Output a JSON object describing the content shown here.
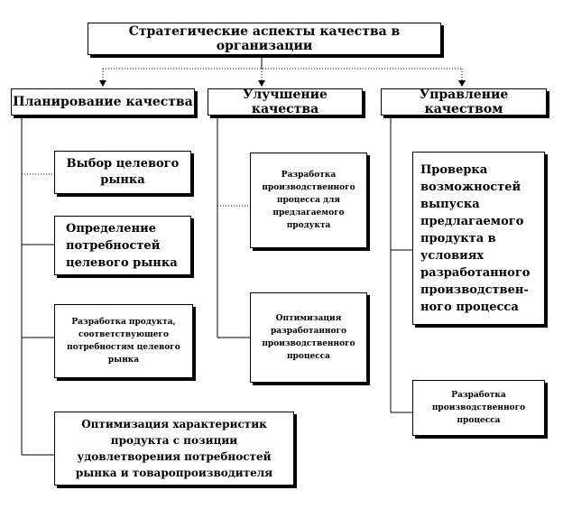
{
  "root": {
    "label": "Стратегические аспекты качества в организации"
  },
  "columns": [
    {
      "header": "Планирование качества",
      "items": [
        "Выбор целевого рынка",
        "Определение потребностей целевого рынка",
        "Разработка продукта, соответствующего потребностям целевого рынка",
        "Оптимизация характеристик продукта с позиции удовлетворения потребностей рынка и товаропроизводителя"
      ]
    },
    {
      "header": "Улучшение качества",
      "items": [
        "Разработка производственного процесса для предлагаемого продукта",
        "Оптимизация разработанного производственного процесса"
      ]
    },
    {
      "header": "Управление качеством",
      "items": [
        "Проверка возможностей выпуска предлагаемого продукта в условиях разработанного производствен-ного процесса",
        "Разработка производственного процесса"
      ]
    }
  ],
  "colors": {
    "line": "#000000",
    "box_border": "#000000",
    "background": "#ffffff"
  }
}
